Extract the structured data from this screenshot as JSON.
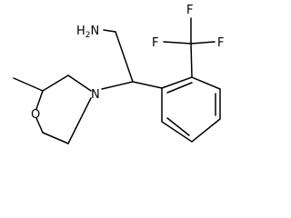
{
  "molecule": {
    "atom_labels": {
      "amine": "H2N",
      "fluorine_top": "F",
      "fluorine_left": "F",
      "fluorine_right": "F",
      "oxygen": "O",
      "nitrogen": "N"
    }
  },
  "colors": {
    "bond": "#000000",
    "background": "#ffffff"
  }
}
